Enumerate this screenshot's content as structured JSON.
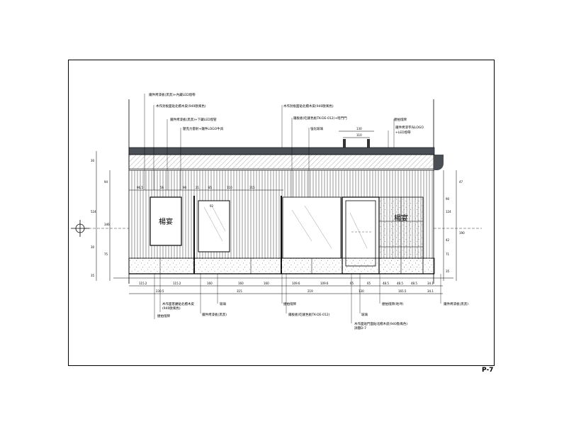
{
  "sheet": {
    "page_number": "P-7"
  },
  "labels": {
    "top": [
      "鐵件烤漆板(黑黑)+內藏LED燈帶",
      "木作封板面貼北檀木皮(940歐風色)",
      "鐵件烤漆板(黑黑)+下藏LED燈管",
      "壓克力雷射+鐵件LOGO牛具",
      "木作封板面貼北檀木皮(940歐風色)",
      "鐵板板(吃飯色板TK-DE-012)+暗門門",
      "強化玻璃",
      "鐵件烤漆字光LOGO",
      "+LED燈帶",
      "捷拍燈牌"
    ],
    "bottom": [
      "木作面客廳貼北檀木皮",
      "(940歐風色)",
      "捷拍燈牌",
      "鐵件烤漆板(黑黑)",
      "玻璃",
      "捷拍燈牌",
      "鐵板板(吃飯色板TK-DE-012)",
      "玻璃",
      "捷拍燈牌(地坪)",
      "木作面貼門面貼北檀木皮(940歐風色)",
      "詳圖D-7",
      "鐵件烤漆板(黑黑)"
    ],
    "signs": [
      "楊宴",
      "楊宴"
    ]
  },
  "dimensions": {
    "top_row": [
      "96.5",
      "56",
      "90",
      "21",
      "85",
      "110",
      "315",
      "130",
      "110"
    ],
    "middle_row": [
      "92"
    ],
    "bottom_row_1": [
      "115.2",
      "115.2",
      "160",
      "160",
      "160",
      "109.6",
      "109.6",
      "65",
      "65",
      "48.5",
      "48.5",
      "48.5",
      "34.1"
    ],
    "bottom_row_2": [
      "230.5",
      "315",
      "219",
      "130",
      "165.5",
      "34.1"
    ],
    "left_vertical": [
      "30",
      "94",
      "524",
      "346",
      "30",
      "75",
      "35"
    ],
    "right_vertical": [
      "47",
      "90",
      "124",
      "190",
      "42",
      "71",
      "35"
    ]
  }
}
